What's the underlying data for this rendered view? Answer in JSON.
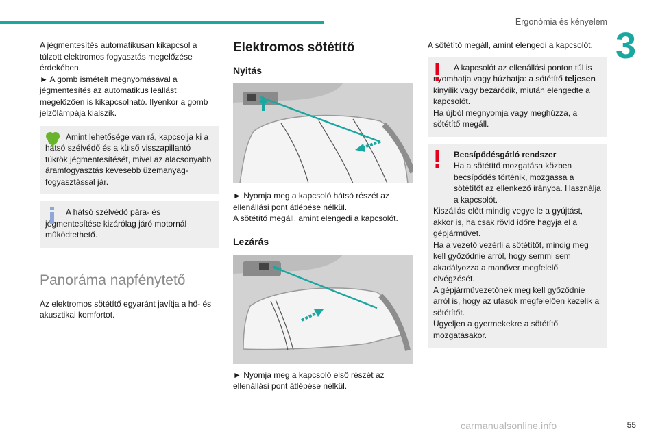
{
  "header": {
    "title": "Ergonómia és kényelem",
    "chapter": "3"
  },
  "col1": {
    "p1": "A jégmentesítés automatikusan kikapcsol a túlzott elektromos fogyasztás megelőzése érdekében.",
    "p2": "► A gomb ismételt megnyomásával a jégmentesítés az automatikus leállást megelőzően is kikapcsolható. Ilyenkor a gomb jelzőlámpája kialszik.",
    "eco_note": "Amint lehetősége van rá, kapcsolja ki a hátsó szélvédő és a külső visszapillantó tükrök jégmentesítését, mivel az alacsonyabb áramfogyasztás kevesebb üzemanyag-fogyasztással jár.",
    "info_note": "A hátsó szélvédő pára- és jégmentesítése kizárólag járó motornál működtethető.",
    "section_title": "Panoráma napfénytető",
    "section_text": "Az elektromos sötétítő egyaránt javítja a hő- és akusztikai komfortot."
  },
  "col2": {
    "title": "Elektromos sötétítő",
    "open_heading": "Nyitás",
    "open_text": "► Nyomja meg a kapcsoló hátsó részét az ellenállási pont átlépése nélkül.",
    "open_text2": "A sötétítő megáll, amint elengedi a kapcsolót.",
    "close_heading": "Lezárás",
    "close_text": "► Nyomja meg a kapcsoló első részét az ellenállási pont átlépése nélkül."
  },
  "col3": {
    "p1": "A sötétítő megáll, amint elengedi a kapcsolót.",
    "warn1_a": "A kapcsolót az ellenállási ponton túl is nyomhatja vagy húzhatja: a sötétítő ",
    "warn1_bold": "teljesen",
    "warn1_b": " kinyílik vagy bezáródik, miután elengedte a kapcsolót.",
    "warn1_c": "Ha újból megnyomja vagy meghúzza, a sötétítő megáll.",
    "warn2_title": "Becsípődésgátló rendszer",
    "warn2_p1": "Ha a sötétítő mozgatása közben becsípődés történik, mozgassa a sötétítőt az ellenkező irányba. Használja a kapcsolót.",
    "warn2_p2": "Kiszállás előtt mindig vegye le a gyújtást, akkor is, ha csak rövid időre hagyja el a gépjárművet.",
    "warn2_p3": "Ha a vezető vezérli a sötétítőt, mindig meg kell győződnie arról, hogy semmi sem akadályozza a manőver megfelelő elvégzését.",
    "warn2_p4": "A gépjárművezetőnek meg kell győződnie arról is, hogy az utasok megfelelően kezelik a sötétítőt.",
    "warn2_p5": "Ügyeljen a gyermekekre a sötétítő mozgatásakor."
  },
  "footer": {
    "page": "55",
    "watermark": "carmanualsonline.info"
  },
  "colors": {
    "accent": "#1aa7a0",
    "eco": "#6ab42d",
    "info": "#8fa6d9",
    "warning": "#e2001a",
    "note_bg": "#eeeeee"
  },
  "icons": [
    "eco-icon",
    "info-icon",
    "warning-icon",
    "arrow-icon"
  ]
}
